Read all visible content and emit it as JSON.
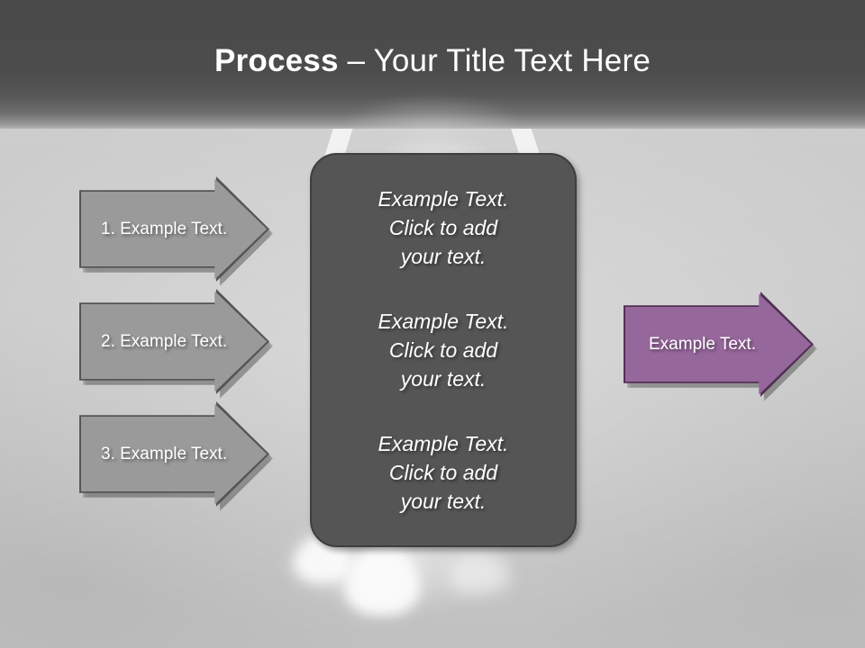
{
  "slide": {
    "title_strong": "Process",
    "title_rest": " – Your Title Text Here",
    "background_color": "#c9c9c9",
    "header_color": "#4a4a4a"
  },
  "center_panel": {
    "fill_color": "#555555",
    "border_color": "#3e3e3e",
    "blocks": [
      {
        "text": "Example Text.\nClick  to add\nyour text."
      },
      {
        "text": "Example Text.\nClick  to add\nyour text."
      },
      {
        "text": "Example Text.\nClick  to add\nyour text."
      }
    ]
  },
  "left_arrows": {
    "fill_color": "#9a9a9a",
    "border_color": "#555555",
    "items": [
      {
        "label": "1. Example Text."
      },
      {
        "label": "2. Example Text."
      },
      {
        "label": "3. Example Text."
      }
    ]
  },
  "right_arrow": {
    "fill_color": "#96679b",
    "border_color": "#523055",
    "label": "Example Text."
  }
}
